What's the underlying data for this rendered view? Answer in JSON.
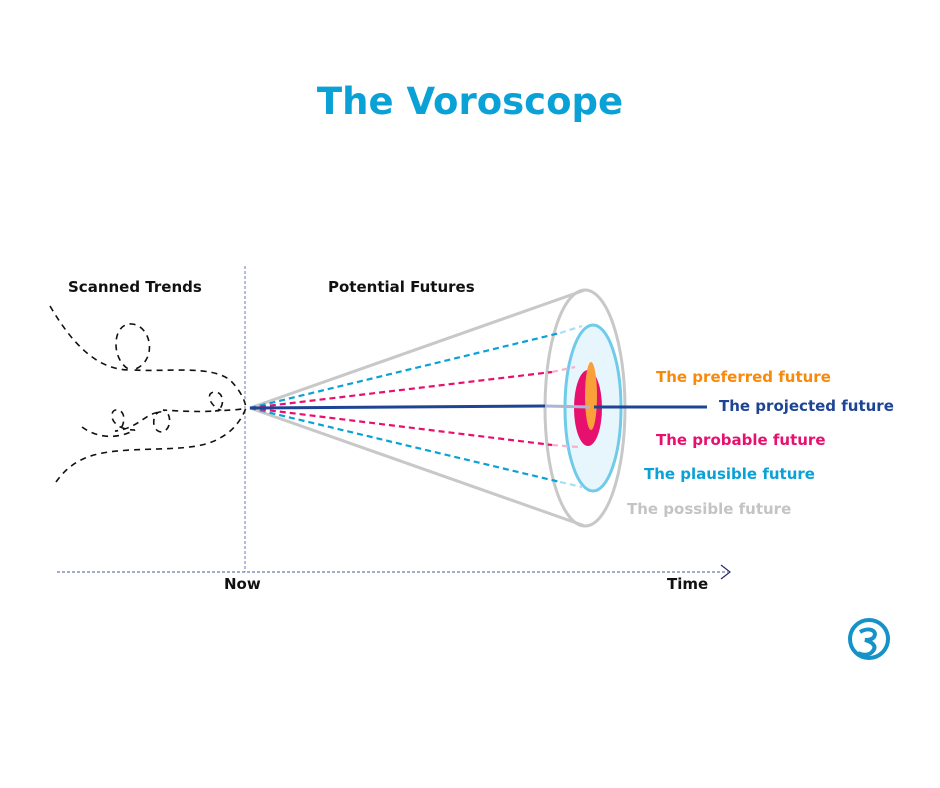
{
  "title": "The Voroscope",
  "sections": {
    "left": "Scanned Trends",
    "right": "Potential Futures"
  },
  "axis": {
    "now": "Now",
    "time": "Time"
  },
  "futures": [
    {
      "label": "The preferred future",
      "color": "#f7890c"
    },
    {
      "label": "The projected future",
      "color": "#1e4494"
    },
    {
      "label": "The probable future",
      "color": "#e8106f"
    },
    {
      "label": "The plausible future",
      "color": "#0aa2d6"
    },
    {
      "label": "The possible future",
      "color": "#c4c4c4"
    }
  ],
  "logo": {
    "name": "logo-icon",
    "color": "#1592c8"
  }
}
